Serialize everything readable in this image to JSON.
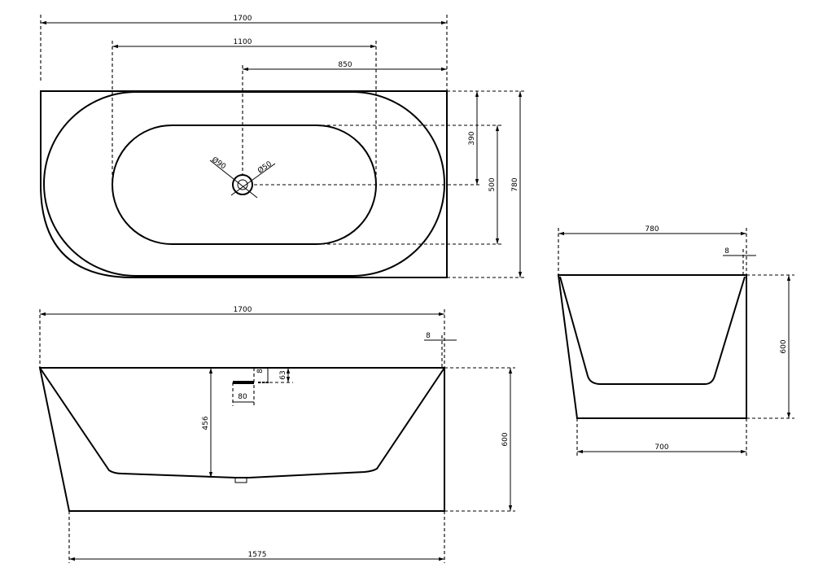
{
  "top_view": {
    "overall_length": "1700",
    "inner_length": "1100",
    "drain_offset": "850",
    "drain_to_edge": "390",
    "inner_width": "500",
    "overall_width": "780",
    "drain_diameter_a": "Ø90",
    "drain_diameter_b": "Ø50"
  },
  "front_view": {
    "overall_length": "1700",
    "wall_thickness": "8",
    "overflow_height": "63",
    "overflow_gap": "8",
    "overflow_width": "80",
    "inner_depth": "456",
    "height": "600",
    "base_length": "1575"
  },
  "side_view": {
    "overall_width": "780",
    "wall_thickness": "8",
    "height": "600",
    "base_width": "700"
  }
}
